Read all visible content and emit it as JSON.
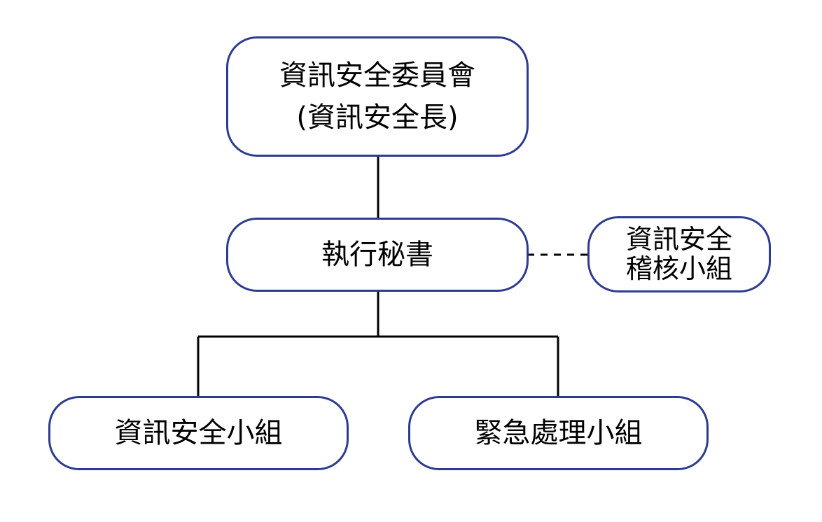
{
  "diagram": {
    "nodes": {
      "committee": {
        "line1": "資訊安全委員會",
        "line2": "(資訊安全長)"
      },
      "secretary": {
        "label": "執行秘書"
      },
      "audit": {
        "line1": "資訊安全",
        "line2": "稽核小組"
      },
      "security_team": {
        "label": "資訊安全小組"
      },
      "emergency_team": {
        "label": "緊急處理小組"
      }
    },
    "colors": {
      "border": "#2E3B8F",
      "line": "#000000",
      "text": "#000000"
    }
  }
}
